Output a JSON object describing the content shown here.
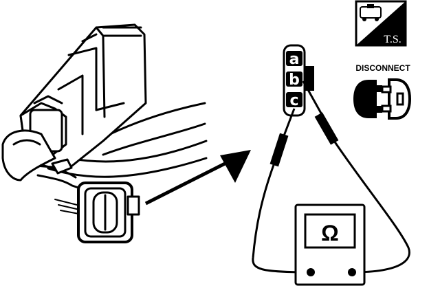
{
  "badge": {
    "text": "T.S."
  },
  "disconnect_label": "DISCONNECT",
  "connector_pins": {
    "a": "a",
    "b": "b",
    "c": "c"
  },
  "meter": {
    "symbol": "Ω"
  },
  "icons": [
    "ts-badge-icon",
    "disconnect-connector-icon",
    "multimeter-icon",
    "arrow-icon",
    "sensor-illustration"
  ]
}
